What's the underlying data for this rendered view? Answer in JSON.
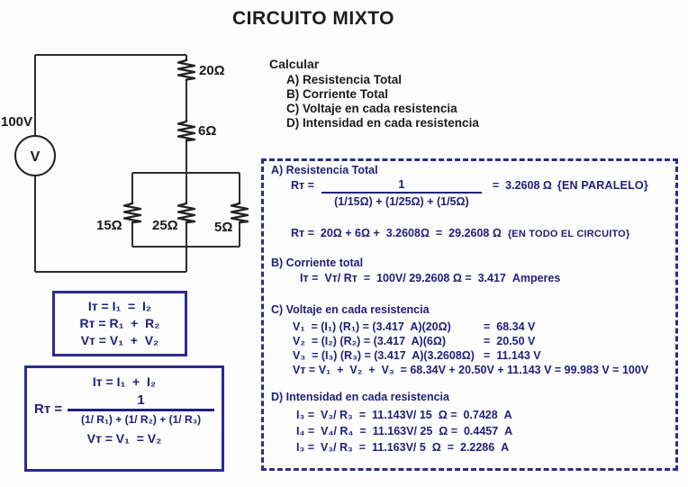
{
  "title": "CIRCUITO MIXTO",
  "colors": {
    "navy_text": "#20207b",
    "navy_border": "#2c2c8c",
    "black_text": "#1b1b1b"
  },
  "circuit": {
    "source_voltage": "100V",
    "meter_label": "V",
    "resistor_series_1": "20Ω",
    "resistor_series_2": "6Ω",
    "resistor_parallel_1": "15Ω",
    "resistor_parallel_2": "25Ω",
    "resistor_parallel_3": "5Ω"
  },
  "problem": {
    "heading": "Calcular",
    "items": [
      "A) Resistencia Total",
      "B) Corriente Total",
      "C) Voltaje en cada resistencia",
      "D) Intensidad en cada resistencia"
    ]
  },
  "solution": {
    "a": {
      "heading": "A) Resistencia Total",
      "frac_prefix": "Rᴛ =",
      "frac_numerator": "1",
      "frac_denominator": "(1/15Ω) + (1/25Ω) + (1/5Ω)",
      "frac_result": "=  3.2608 Ω",
      "frac_note": "{EN PARALELO}",
      "line2": "Rᴛ =  20Ω + 6Ω +  3.2608Ω  =  29.2608 Ω  ",
      "line2_note": "{EN TODO EL CIRCUITO}"
    },
    "b": {
      "heading": "B) Corriente total",
      "line": "Iᴛ =  Vᴛ/ Rᴛ  =  100V/ 29.2608 Ω =  3.417  Amperes"
    },
    "c": {
      "heading": "C) Voltaje en cada resistencia",
      "rows": [
        {
          "expr": "V₁  = (I₁) (R₁) = (3.417  A)(20Ω)",
          "result": "=  68.34 V"
        },
        {
          "expr": "V₂  = (I₂) (R₂) = (3.417  A)(6Ω)",
          "result": "=  20.50 V"
        },
        {
          "expr": "V₃  = (I₃) (R₃) = (3.417  A)(3.2608Ω)",
          "result": "=  11.143 V"
        },
        {
          "expr": "Vᴛ = V₁  +  V₂  +  V₃  = 68.34V + 20.50V + 11.143 V ",
          "result": "= 99.983 V = 100V"
        }
      ]
    },
    "d": {
      "heading": "D) Intensidad en cada resistencia",
      "rows": [
        "I₃ =  V₃/ R₃  =  11.143V/ 15  Ω =  0.7428  A",
        "I₄ =  V₄/ R₄  =  11.163V/ 25  Ω =  0.4457  A",
        "I₃ =  V₃/ R₃  =  11.163V/ 5  Ω  =  2.2286  A"
      ]
    }
  },
  "formulas": {
    "series": {
      "lines": [
        "Iᴛ = I₁  =  I₂",
        "Rᴛ = R₁  +  R₂",
        "Vᴛ = V₁  +  V₂"
      ]
    },
    "parallel": {
      "line1": "Iᴛ = I₁  +  I₂",
      "frac_prefix": "Rᴛ =",
      "frac_numerator": "1",
      "frac_denominator": "(1/ R₁) + (1/ R₂) + (1/ R₃)",
      "line3": "Vᴛ = V₁  = V₂"
    }
  }
}
